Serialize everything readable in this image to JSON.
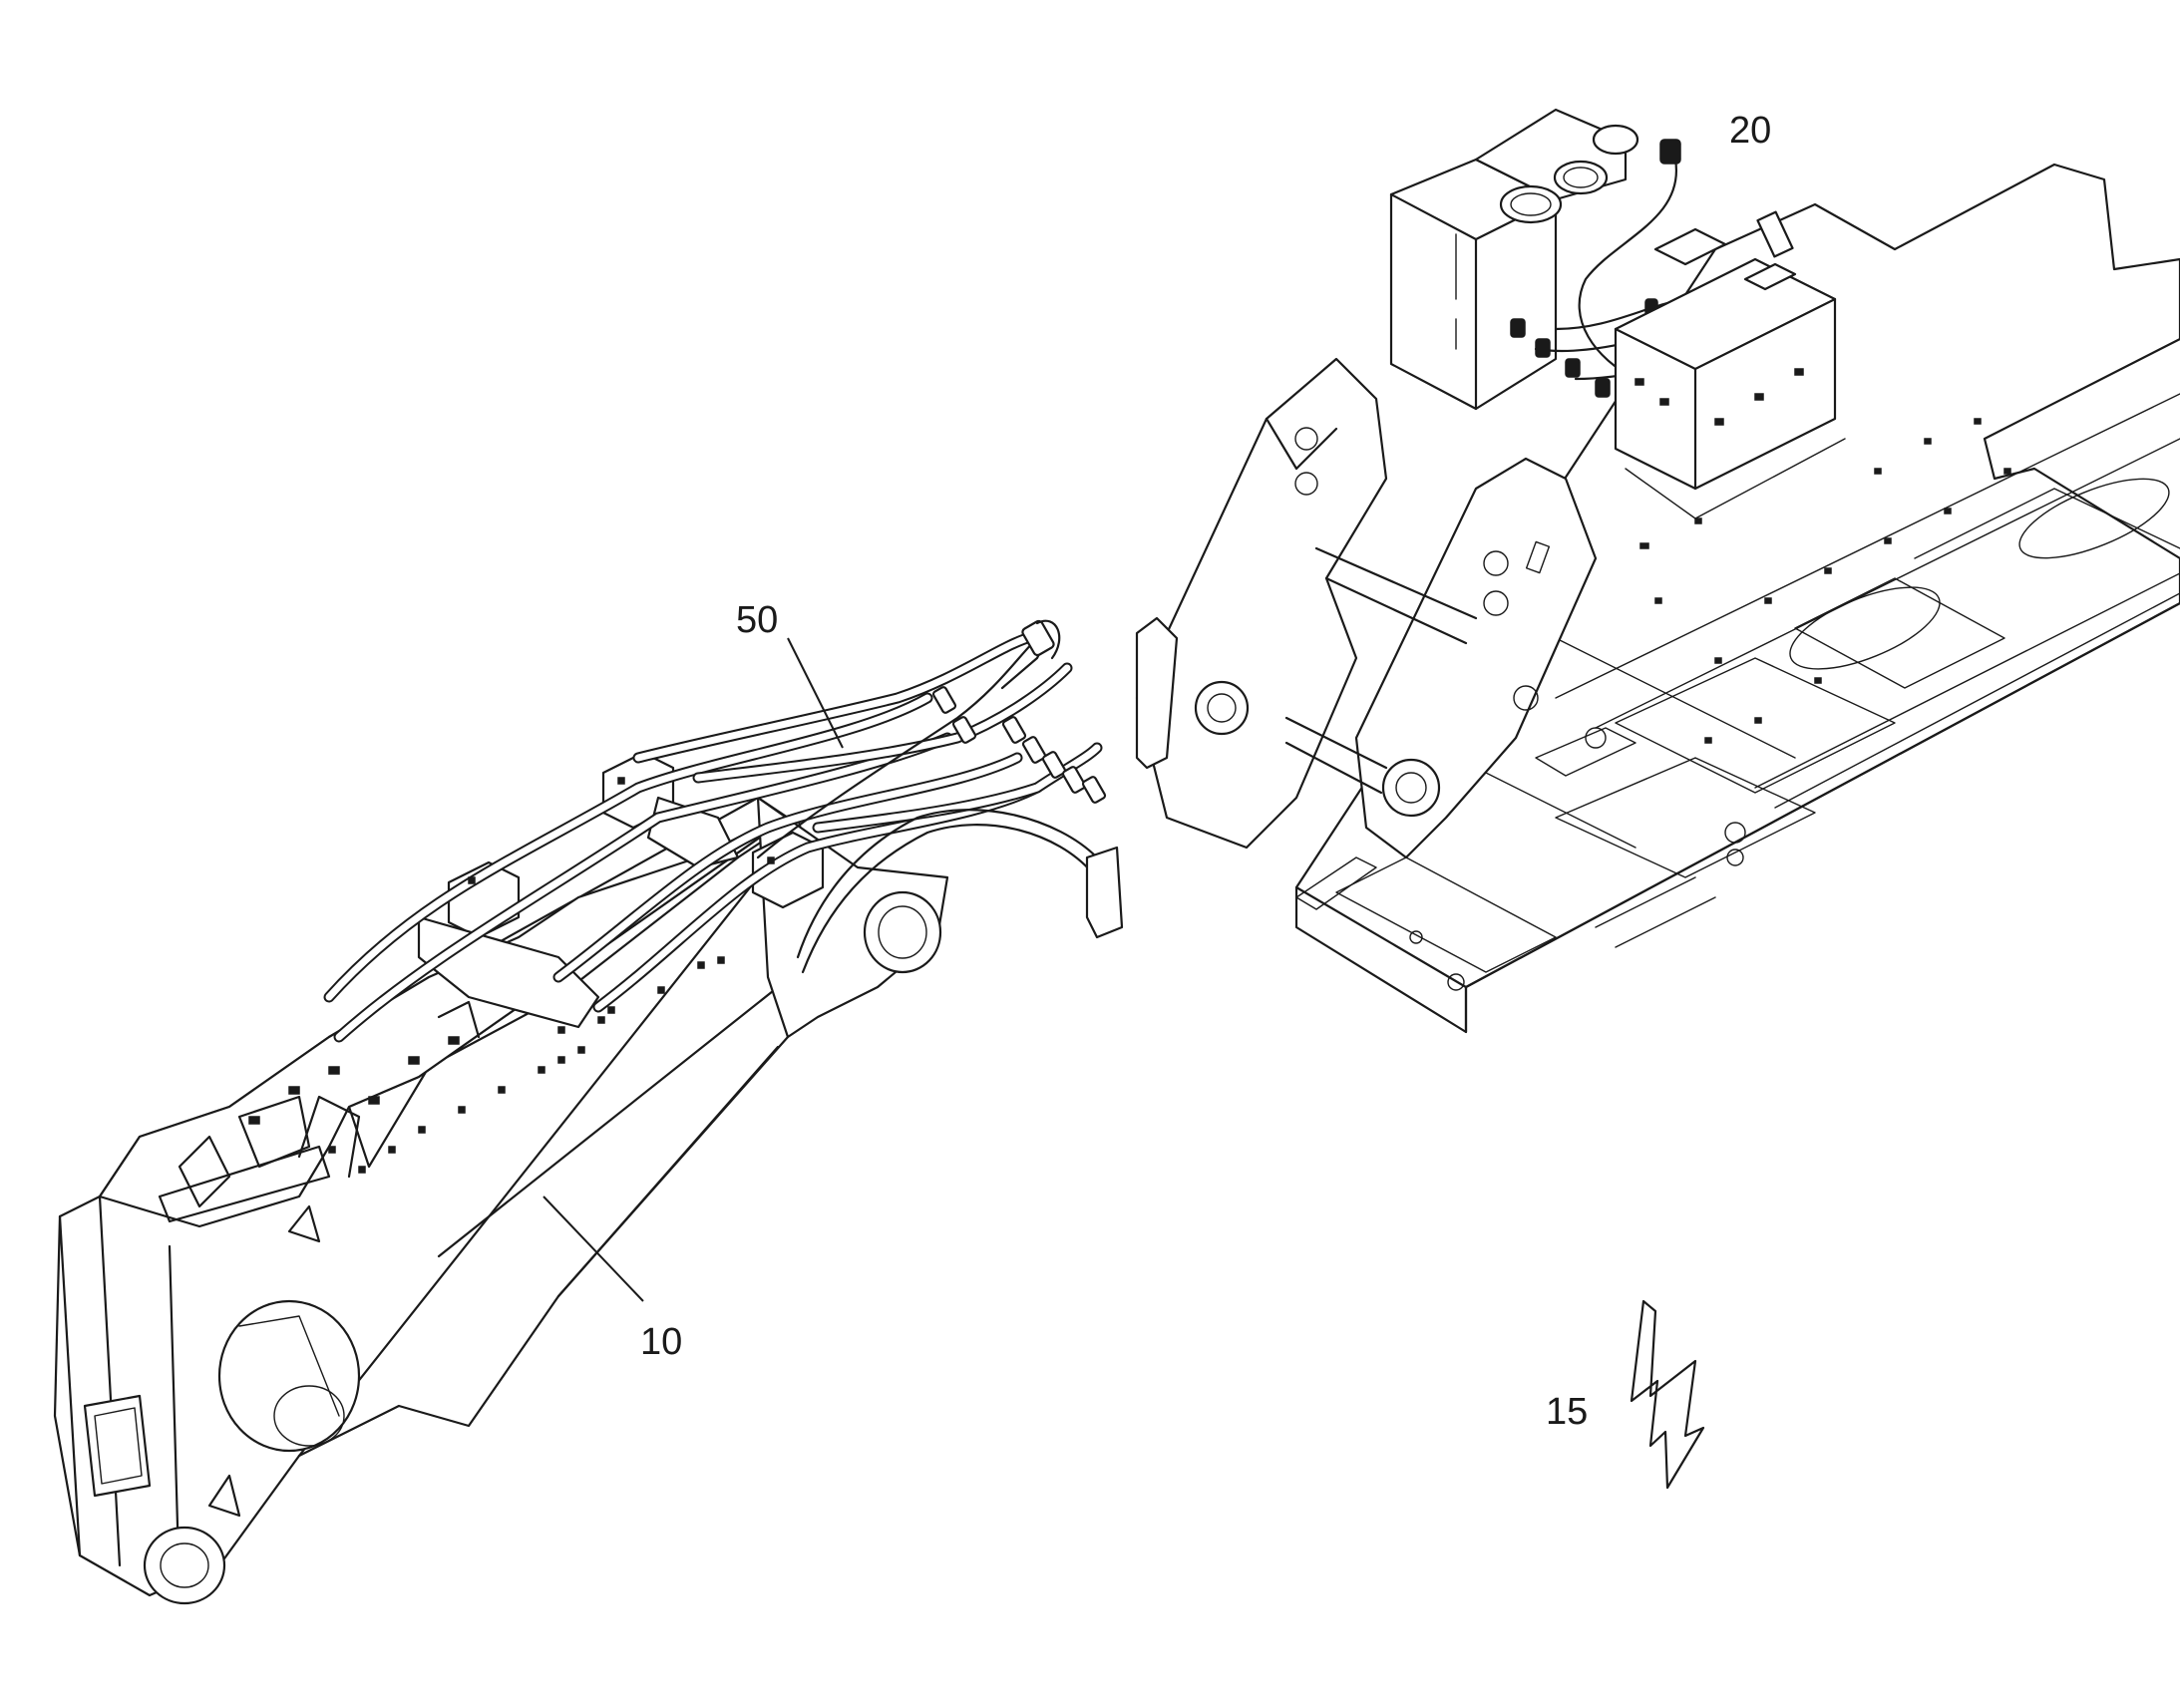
{
  "labels": {
    "boom": "10",
    "direction_symbol": "15",
    "valve_block": "20",
    "hose_set": "50"
  },
  "colors": {
    "line": "#1a1a1a",
    "background": "#ffffff"
  }
}
